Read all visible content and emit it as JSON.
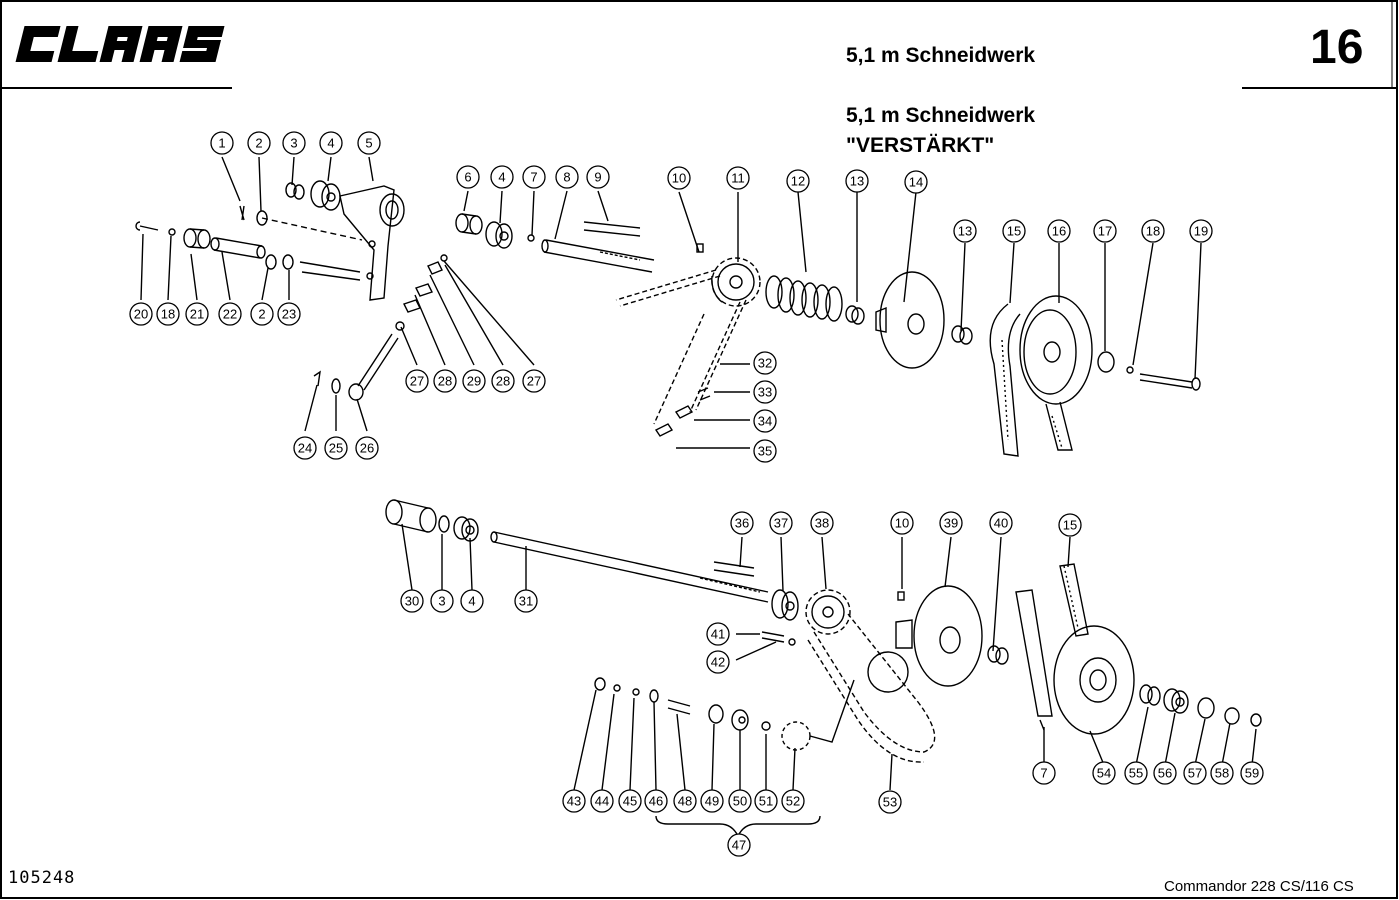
{
  "header": {
    "brand": "CLAAS",
    "title_line1": "5,1 m Schneidwerk",
    "title_line2": "5,1 m Schneidwerk",
    "title_line3": "\"VERSTÄRKT\"",
    "page_number": "16"
  },
  "footer": {
    "drawing_number": "105248",
    "model": "Commandor  228 CS/116 CS"
  },
  "callouts": [
    {
      "label": "1"
    },
    {
      "label": "2"
    },
    {
      "label": "3"
    },
    {
      "label": "4"
    },
    {
      "label": "5"
    },
    {
      "label": "6"
    },
    {
      "label": "4"
    },
    {
      "label": "7"
    },
    {
      "label": "8"
    },
    {
      "label": "9"
    },
    {
      "label": "10"
    },
    {
      "label": "11"
    },
    {
      "label": "12"
    },
    {
      "label": "13"
    },
    {
      "label": "14"
    },
    {
      "label": "13"
    },
    {
      "label": "15"
    },
    {
      "label": "16"
    },
    {
      "label": "17"
    },
    {
      "label": "18"
    },
    {
      "label": "19"
    },
    {
      "label": "20"
    },
    {
      "label": "18"
    },
    {
      "label": "21"
    },
    {
      "label": "22"
    },
    {
      "label": "2"
    },
    {
      "label": "23"
    },
    {
      "label": "27"
    },
    {
      "label": "28"
    },
    {
      "label": "29"
    },
    {
      "label": "28"
    },
    {
      "label": "27"
    },
    {
      "label": "24"
    },
    {
      "label": "25"
    },
    {
      "label": "26"
    },
    {
      "label": "32"
    },
    {
      "label": "33"
    },
    {
      "label": "34"
    },
    {
      "label": "35"
    },
    {
      "label": "36"
    },
    {
      "label": "37"
    },
    {
      "label": "38"
    },
    {
      "label": "10"
    },
    {
      "label": "39"
    },
    {
      "label": "40"
    },
    {
      "label": "15"
    },
    {
      "label": "30"
    },
    {
      "label": "3"
    },
    {
      "label": "4"
    },
    {
      "label": "31"
    },
    {
      "label": "41"
    },
    {
      "label": "42"
    },
    {
      "label": "43"
    },
    {
      "label": "44"
    },
    {
      "label": "45"
    },
    {
      "label": "46"
    },
    {
      "label": "48"
    },
    {
      "label": "49"
    },
    {
      "label": "50"
    },
    {
      "label": "51"
    },
    {
      "label": "52"
    },
    {
      "label": "53"
    },
    {
      "label": "7"
    },
    {
      "label": "54"
    },
    {
      "label": "55"
    },
    {
      "label": "56"
    },
    {
      "label": "57"
    },
    {
      "label": "58"
    },
    {
      "label": "59"
    },
    {
      "label": "47"
    }
  ]
}
